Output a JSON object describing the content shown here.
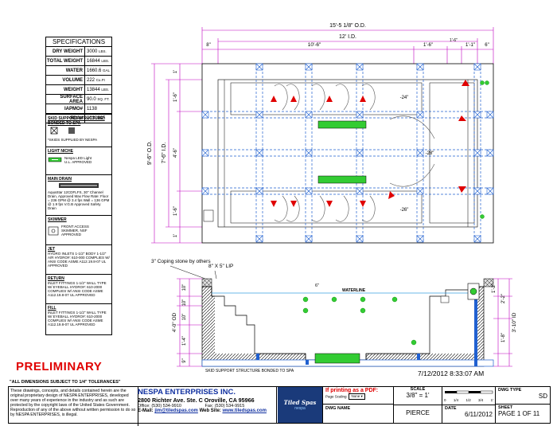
{
  "specs": {
    "title": "SPECIFICATIONS",
    "rows": [
      {
        "k": "DRY WEIGHT",
        "v": "3000",
        "u": "LBS."
      },
      {
        "k": "TOTAL WEIGHT",
        "v": "16844",
        "u": "LBS."
      },
      {
        "k": "WATER",
        "v": "1660.6",
        "u": "GAL"
      },
      {
        "k": "VOLUME",
        "v": "222",
        "u": "Cu.Ft"
      },
      {
        "k": "WEIGHT",
        "v": "13844",
        "u": "LBS."
      },
      {
        "k": "SURFACE AREA",
        "v": "90.0",
        "u": "SQ. FT."
      },
      {
        "k": "IAPMO#",
        "v": "1138",
        "u": ""
      },
      {
        "k": "FDA#",
        "v": "2030305",
        "u": ""
      }
    ]
  },
  "legend": {
    "skid_title": "SKID SUPPORT STRUCTURE* BONDED TO SPA",
    "skid_note": "*SKIDS SUPPLIED BY NESPA",
    "light_title": "LIGHT NICHE",
    "light_note": "Nespa LED Light U.L. APPROVED",
    "drain_title": "MAIN DRAIN",
    "drain_note": "AquaStar 12CDFLFS, 30\" Channel Drain, Approved Max Flow Rate: Floor = 236 GPM @ 3.4 fps Wall = 136 GPM @ 1.9 fps V.G.B Approved Safety Drain",
    "skimmer_title": "SKIMMER",
    "skimmer_note": "FRONT ACCESS SKIMMER, NSF APPROVED",
    "jet_title": "JET",
    "jet_note": "HYDRO INLETS 1-1/2\" BODY 1-1/2\" A/R HYDRO#: 610-000 COMPLIES W/ ANSI CODE ASME A112.19.8-07 UL APPROVED",
    "return_title": "RETURN",
    "return_note": "INLET FITTINGS 1-1/2\" WALL TYPE W/ EYEBALL HYDRO#: 610-2000 COMPLIES W/ ANSI CODE ASME A112.19.8-07 UL APPROVED",
    "fill_title": "FILL",
    "fill_note": "INLET FITTINGS 1-1/2\" WALL TYPE W/ EYEBALL HYDRO#: 610-2000 COMPLIES W/ ANSI CODE ASME A112.19.8-07 UL APPROVED"
  },
  "plan": {
    "dim_od": "15'-5 1/8\" O.D.",
    "dim_id": "12' I.D.",
    "dim_8": "8\"",
    "dim_10_6": "10'-6\"",
    "dim_1_6a": "1'-6\"",
    "dim_1_6b": "1'-6\"",
    "dim_1_1": "1'-1\"",
    "dim_6": "6\"",
    "side_od": "9'-6\" O.D.",
    "side_id": "7'-6\" I.D.",
    "side_1a": "1'",
    "side_1_6a": "1'-6\"",
    "side_4_6": "4'-6\"",
    "side_1_6b": "1'-6\"",
    "side_1b": "1'",
    "d24": "-24\"",
    "d28": "-28\"",
    "d26": "-26\""
  },
  "section": {
    "coping": "3\" Coping stone by others",
    "lip": "8\" X 5\" LIP",
    "waterline": "WATERLINE",
    "s10a": "10\"",
    "s10b": "10\"",
    "s10c": "10\"",
    "s4_0": "4'-0\" OD",
    "s14": "1'-4\"",
    "s9": "9\"",
    "r2_2": "2'-2\"",
    "r1_2": "1'-2\"",
    "r3_10": "3'-10\" ID",
    "r1_8": "1'-8\"",
    "skid": "SKID SUPPORT STRUCTURE BONDED TO SPA",
    "g6": "6\""
  },
  "stamp": {
    "date": "7/12/2012 8:33:07 AM"
  },
  "preliminary": "PRELIMINARY",
  "tolerance": "\"ALL DIMENSIONS SUBJECT TO 1/4\" TOLERANCES\"",
  "disclaimer": "These drawings, concepts, and details contained herein are the original proprietary design of NESPA ENTERPRISES, developed over many years of experience in the industry and as such are protected by the copyright laws of the United States Government. Reproduction of any of the above without written permission to do so by NESPA ENTERPRISES, is illegal.",
  "company": {
    "name": "NESPA ENTERPRISES INC.",
    "address": "2800 Richter Ave. Ste. C Oroville, CA 95966",
    "office": "Office: (530) 534-9910",
    "fax": "Fax: (530) 534-9915",
    "email_label": "E-Mail:",
    "email": "jim@tiledspas.com",
    "web_label": "Web Site:",
    "web": "www.tiledspas.com",
    "logo_a": "Tiled Spas",
    "logo_b": "nespa"
  },
  "pdf": {
    "heading": "If printing as a PDF:",
    "scaling_label": "Page Scaling:",
    "scaling_value": "None"
  },
  "dwg": {
    "name_label": "DWG NAME",
    "name": "PIERCE",
    "scale_label": "SCALE",
    "scale": "3/8\" = 1'",
    "ticks": [
      "0",
      "1/4",
      "1/2",
      "3/4",
      "1'"
    ],
    "date_label": "DATE",
    "date": "6/11/2012",
    "type_label": "DWG TYPE",
    "type": "SD",
    "sheet_label": "SHEET",
    "sheet": "PAGE 1 OF 11"
  }
}
